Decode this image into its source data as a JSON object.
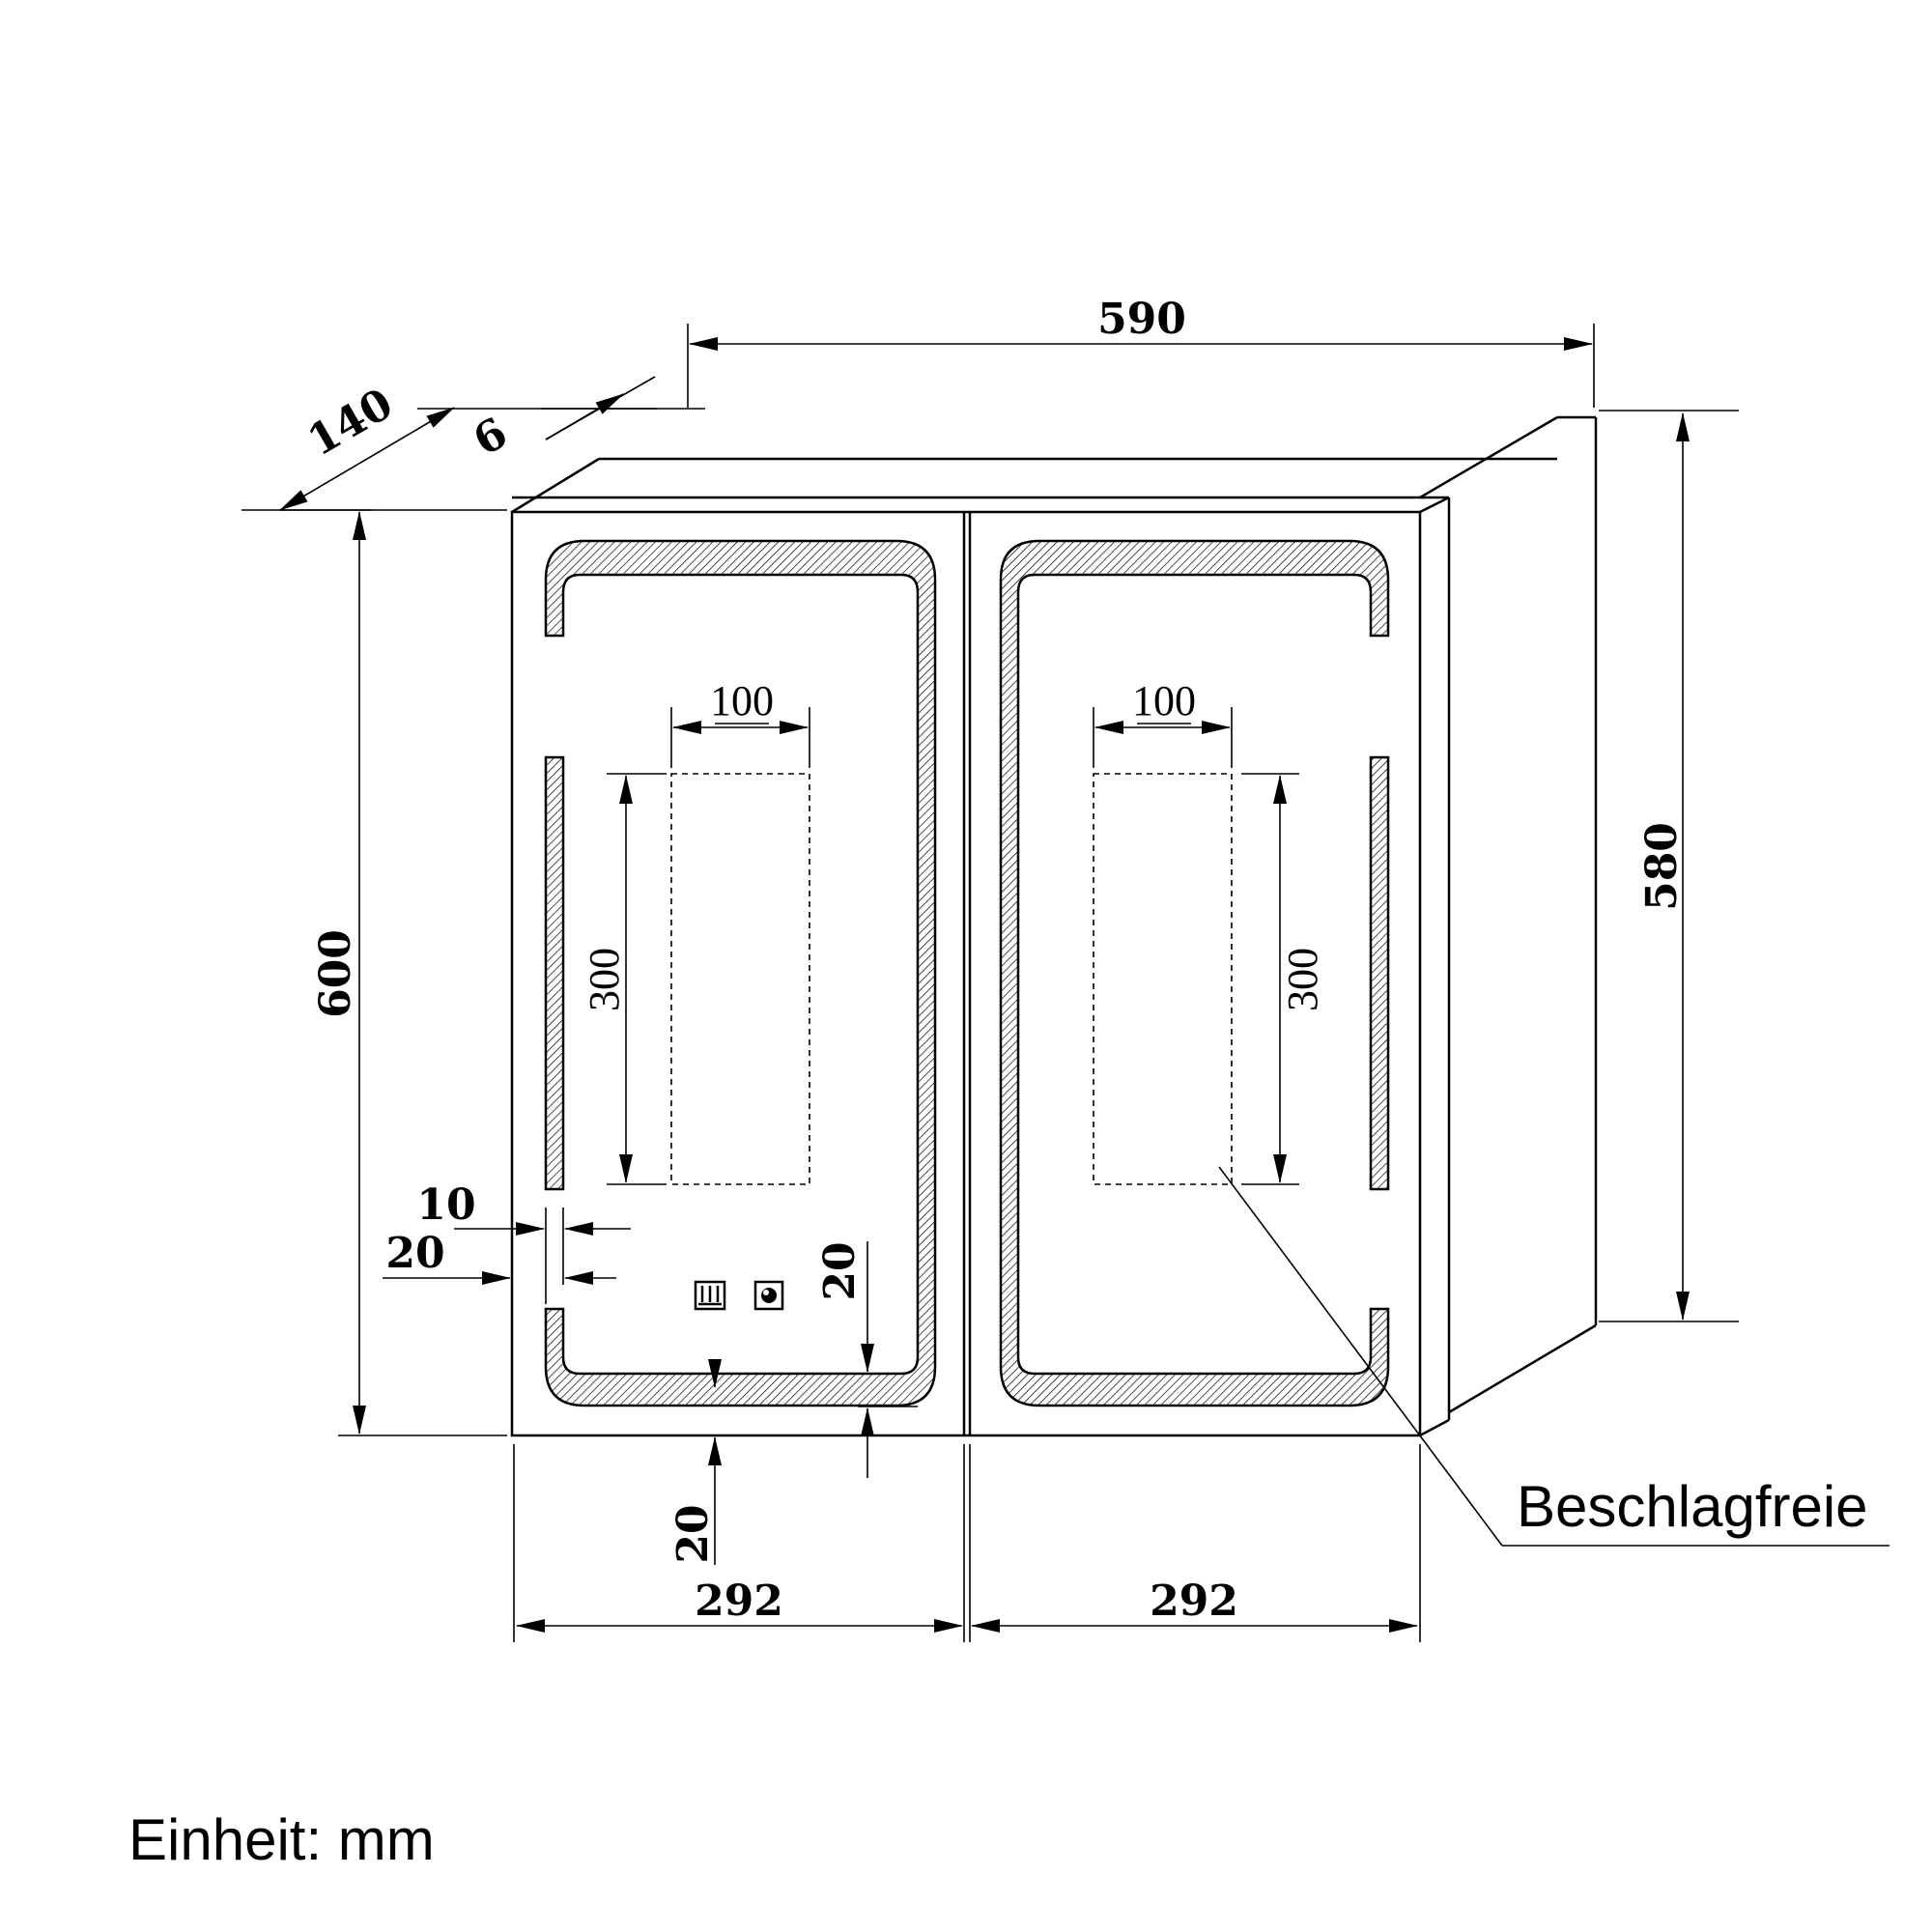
{
  "dimensions": {
    "total_width": "590",
    "height_front": "600",
    "height_back": "580",
    "depth": "140",
    "door_thickness": "6",
    "door_width_left": "292",
    "door_width_right": "292",
    "defog_width_left": "100",
    "defog_width_right": "100",
    "defog_height_left": "300",
    "defog_height_right": "300",
    "led_gap_10": "10",
    "led_gap_20": "20",
    "bottom_gap_20": "20",
    "switch_offset_20": "20"
  },
  "labels": {
    "defog_area": "Beschlagfreie",
    "unit": "Einheit: mm"
  }
}
